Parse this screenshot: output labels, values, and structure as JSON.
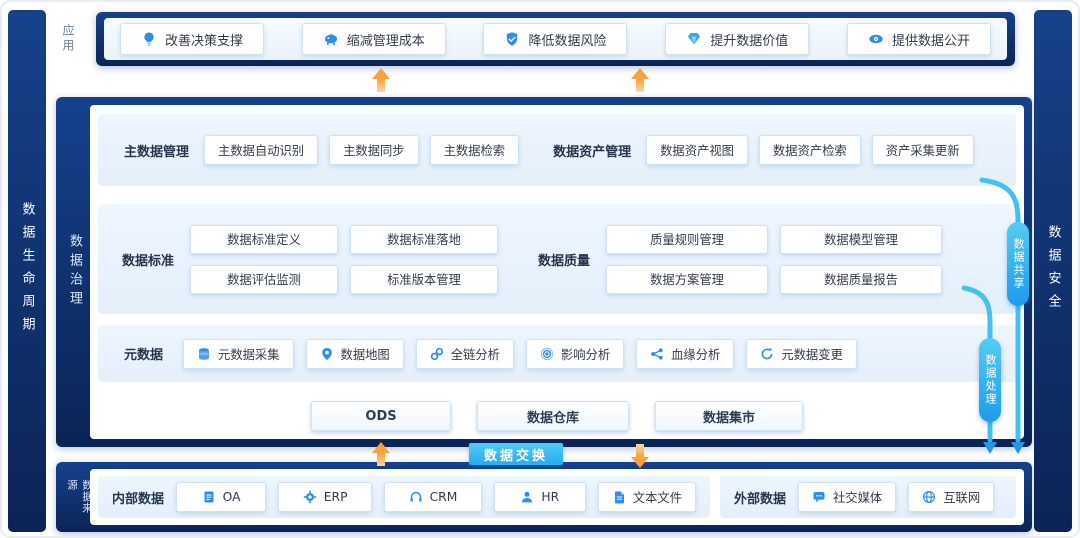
{
  "colors": {
    "navy": "#0b2456",
    "accent_blue": "#2f8fe8",
    "cyan": "#3fc3f2",
    "orange": "#f7a23c",
    "panel": "#e9f3fd"
  },
  "left_strip": {
    "label": "数据生命周期"
  },
  "right_strip": {
    "label": "数据安全"
  },
  "app_layer": {
    "label": "应用",
    "items": [
      {
        "label": "改善决策支撑",
        "icon": "lightbulb-icon"
      },
      {
        "label": "缩减管理成本",
        "icon": "piggy-bank-icon"
      },
      {
        "label": "降低数据风险",
        "icon": "shield-icon"
      },
      {
        "label": "提升数据价值",
        "icon": "diamond-icon"
      },
      {
        "label": "提供数据公开",
        "icon": "eye-icon"
      }
    ]
  },
  "governance_layer": {
    "label": "数据治理",
    "master_data": {
      "label": "主数据管理",
      "items": [
        "主数据自动识别",
        "主数据同步",
        "主数据检索"
      ]
    },
    "data_asset": {
      "label": "数据资产管理",
      "items": [
        "数据资产视图",
        "数据资产检索",
        "资产采集更新"
      ]
    },
    "data_standard": {
      "label": "数据标准",
      "items": [
        "数据标准定义",
        "数据标准落地",
        "数据评估监测",
        "标准版本管理"
      ]
    },
    "data_quality": {
      "label": "数据质量",
      "items": [
        "质量规则管理",
        "数据模型管理",
        "数据方案管理",
        "数据质量报告"
      ]
    },
    "metadata": {
      "label": "元数据",
      "items": [
        {
          "label": "元数据采集",
          "icon": "database-icon"
        },
        {
          "label": "数据地图",
          "icon": "map-pin-icon"
        },
        {
          "label": "全链分析",
          "icon": "chain-icon"
        },
        {
          "label": "影响分析",
          "icon": "target-icon"
        },
        {
          "label": "血缘分析",
          "icon": "lineage-icon"
        },
        {
          "label": "元数据变更",
          "icon": "refresh-icon"
        }
      ]
    },
    "storage": [
      "ODS",
      "数据仓库",
      "数据集市"
    ]
  },
  "flows": {
    "exchange": "数据交换",
    "share": "数据共享",
    "process": "数据处理"
  },
  "source_layer": {
    "label": "数据来源",
    "internal": {
      "label": "内部数据",
      "items": [
        {
          "label": "OA",
          "icon": "document-icon"
        },
        {
          "label": "ERP",
          "icon": "gear-icon"
        },
        {
          "label": "CRM",
          "icon": "headset-icon"
        },
        {
          "label": "HR",
          "icon": "person-icon"
        },
        {
          "label": "文本文件",
          "icon": "file-icon"
        }
      ]
    },
    "external": {
      "label": "外部数据",
      "items": [
        {
          "label": "社交媒体",
          "icon": "chat-icon"
        },
        {
          "label": "互联网",
          "icon": "globe-icon"
        }
      ]
    }
  }
}
